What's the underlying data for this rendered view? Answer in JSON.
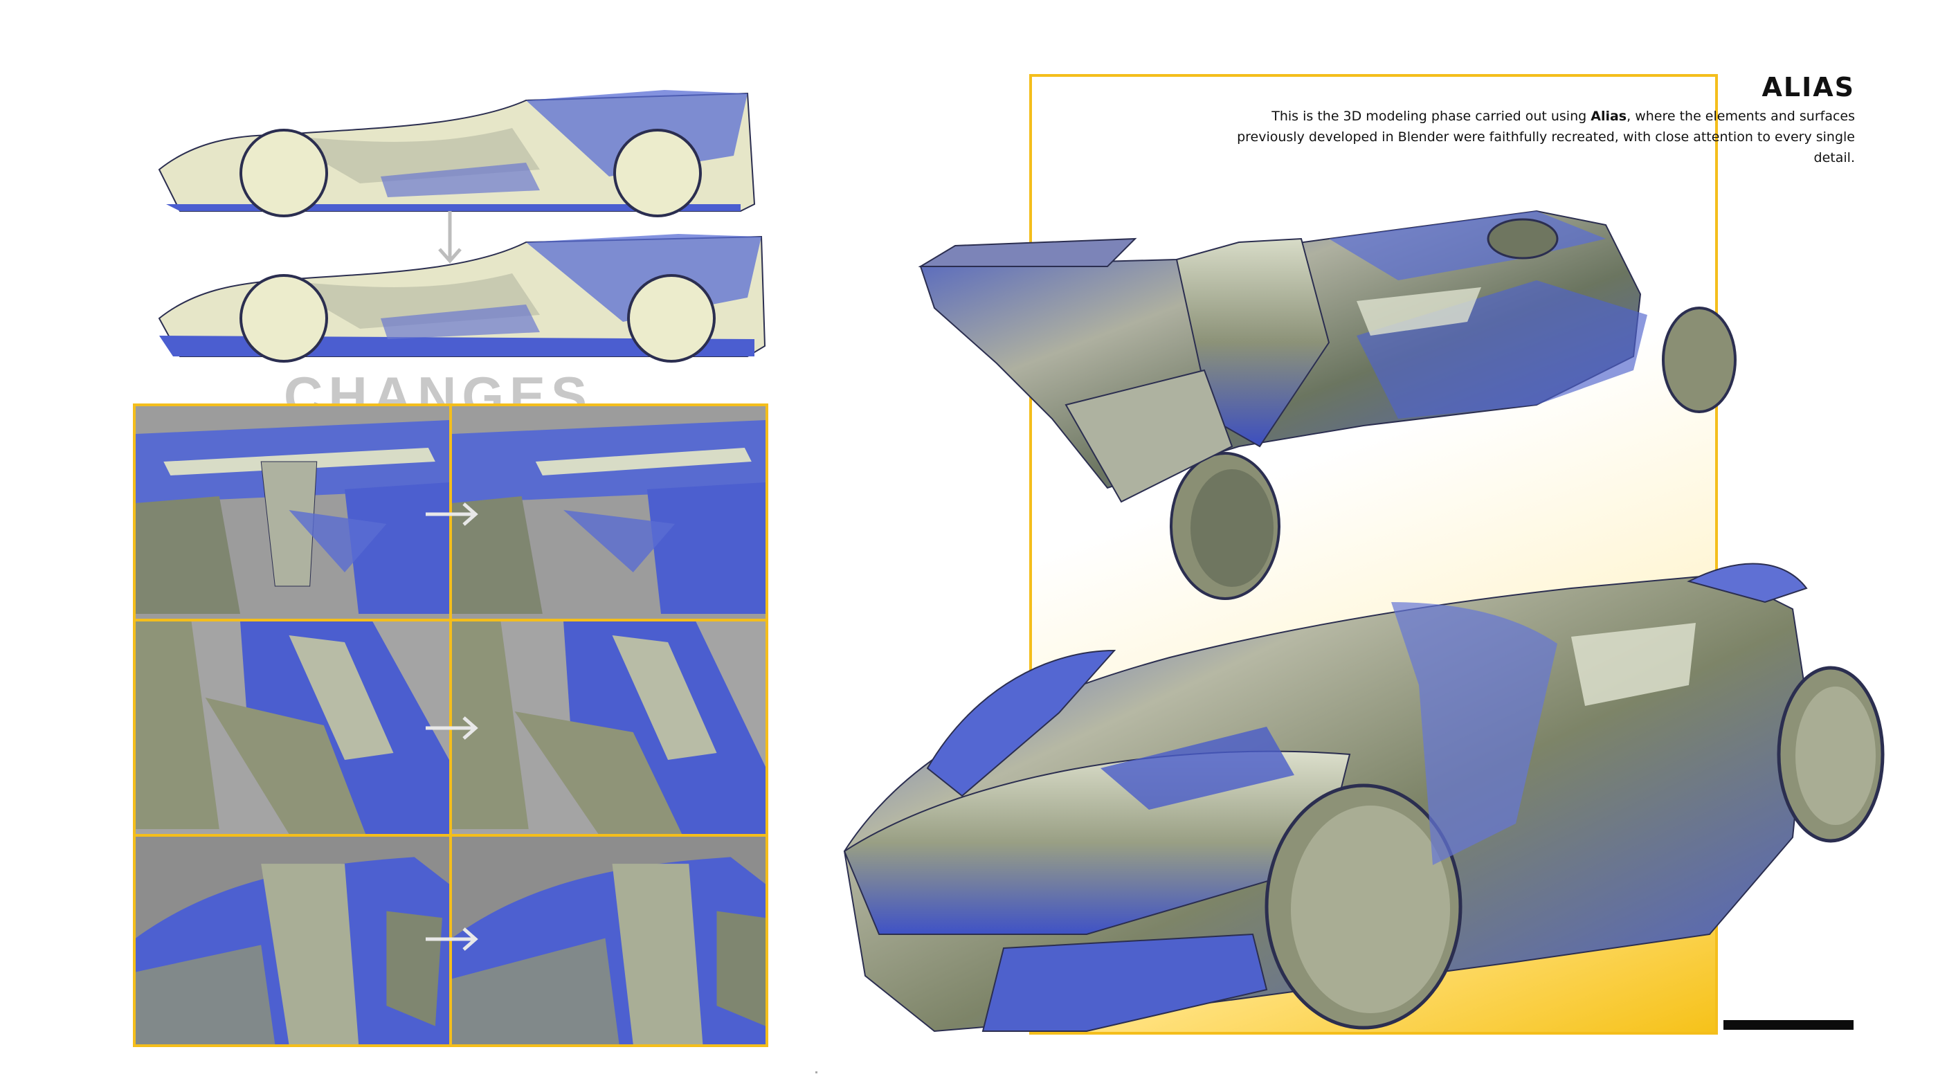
{
  "title": "ALIAS",
  "description_lead": "This is the 3D modeling phase carried out using ",
  "description_bold": "Alias",
  "description_tail": ", where the elements and surfaces previously developed in Blender were faithfully recreated, with close attention to every single detail.",
  "changes_label": "CHANGES",
  "colors": {
    "accent": "#f4be1c",
    "surface_blue": "#4a5fd0",
    "surface_cream": "#e8e8c8",
    "surface_olive": "#8f9476",
    "background": "#ffffff"
  }
}
